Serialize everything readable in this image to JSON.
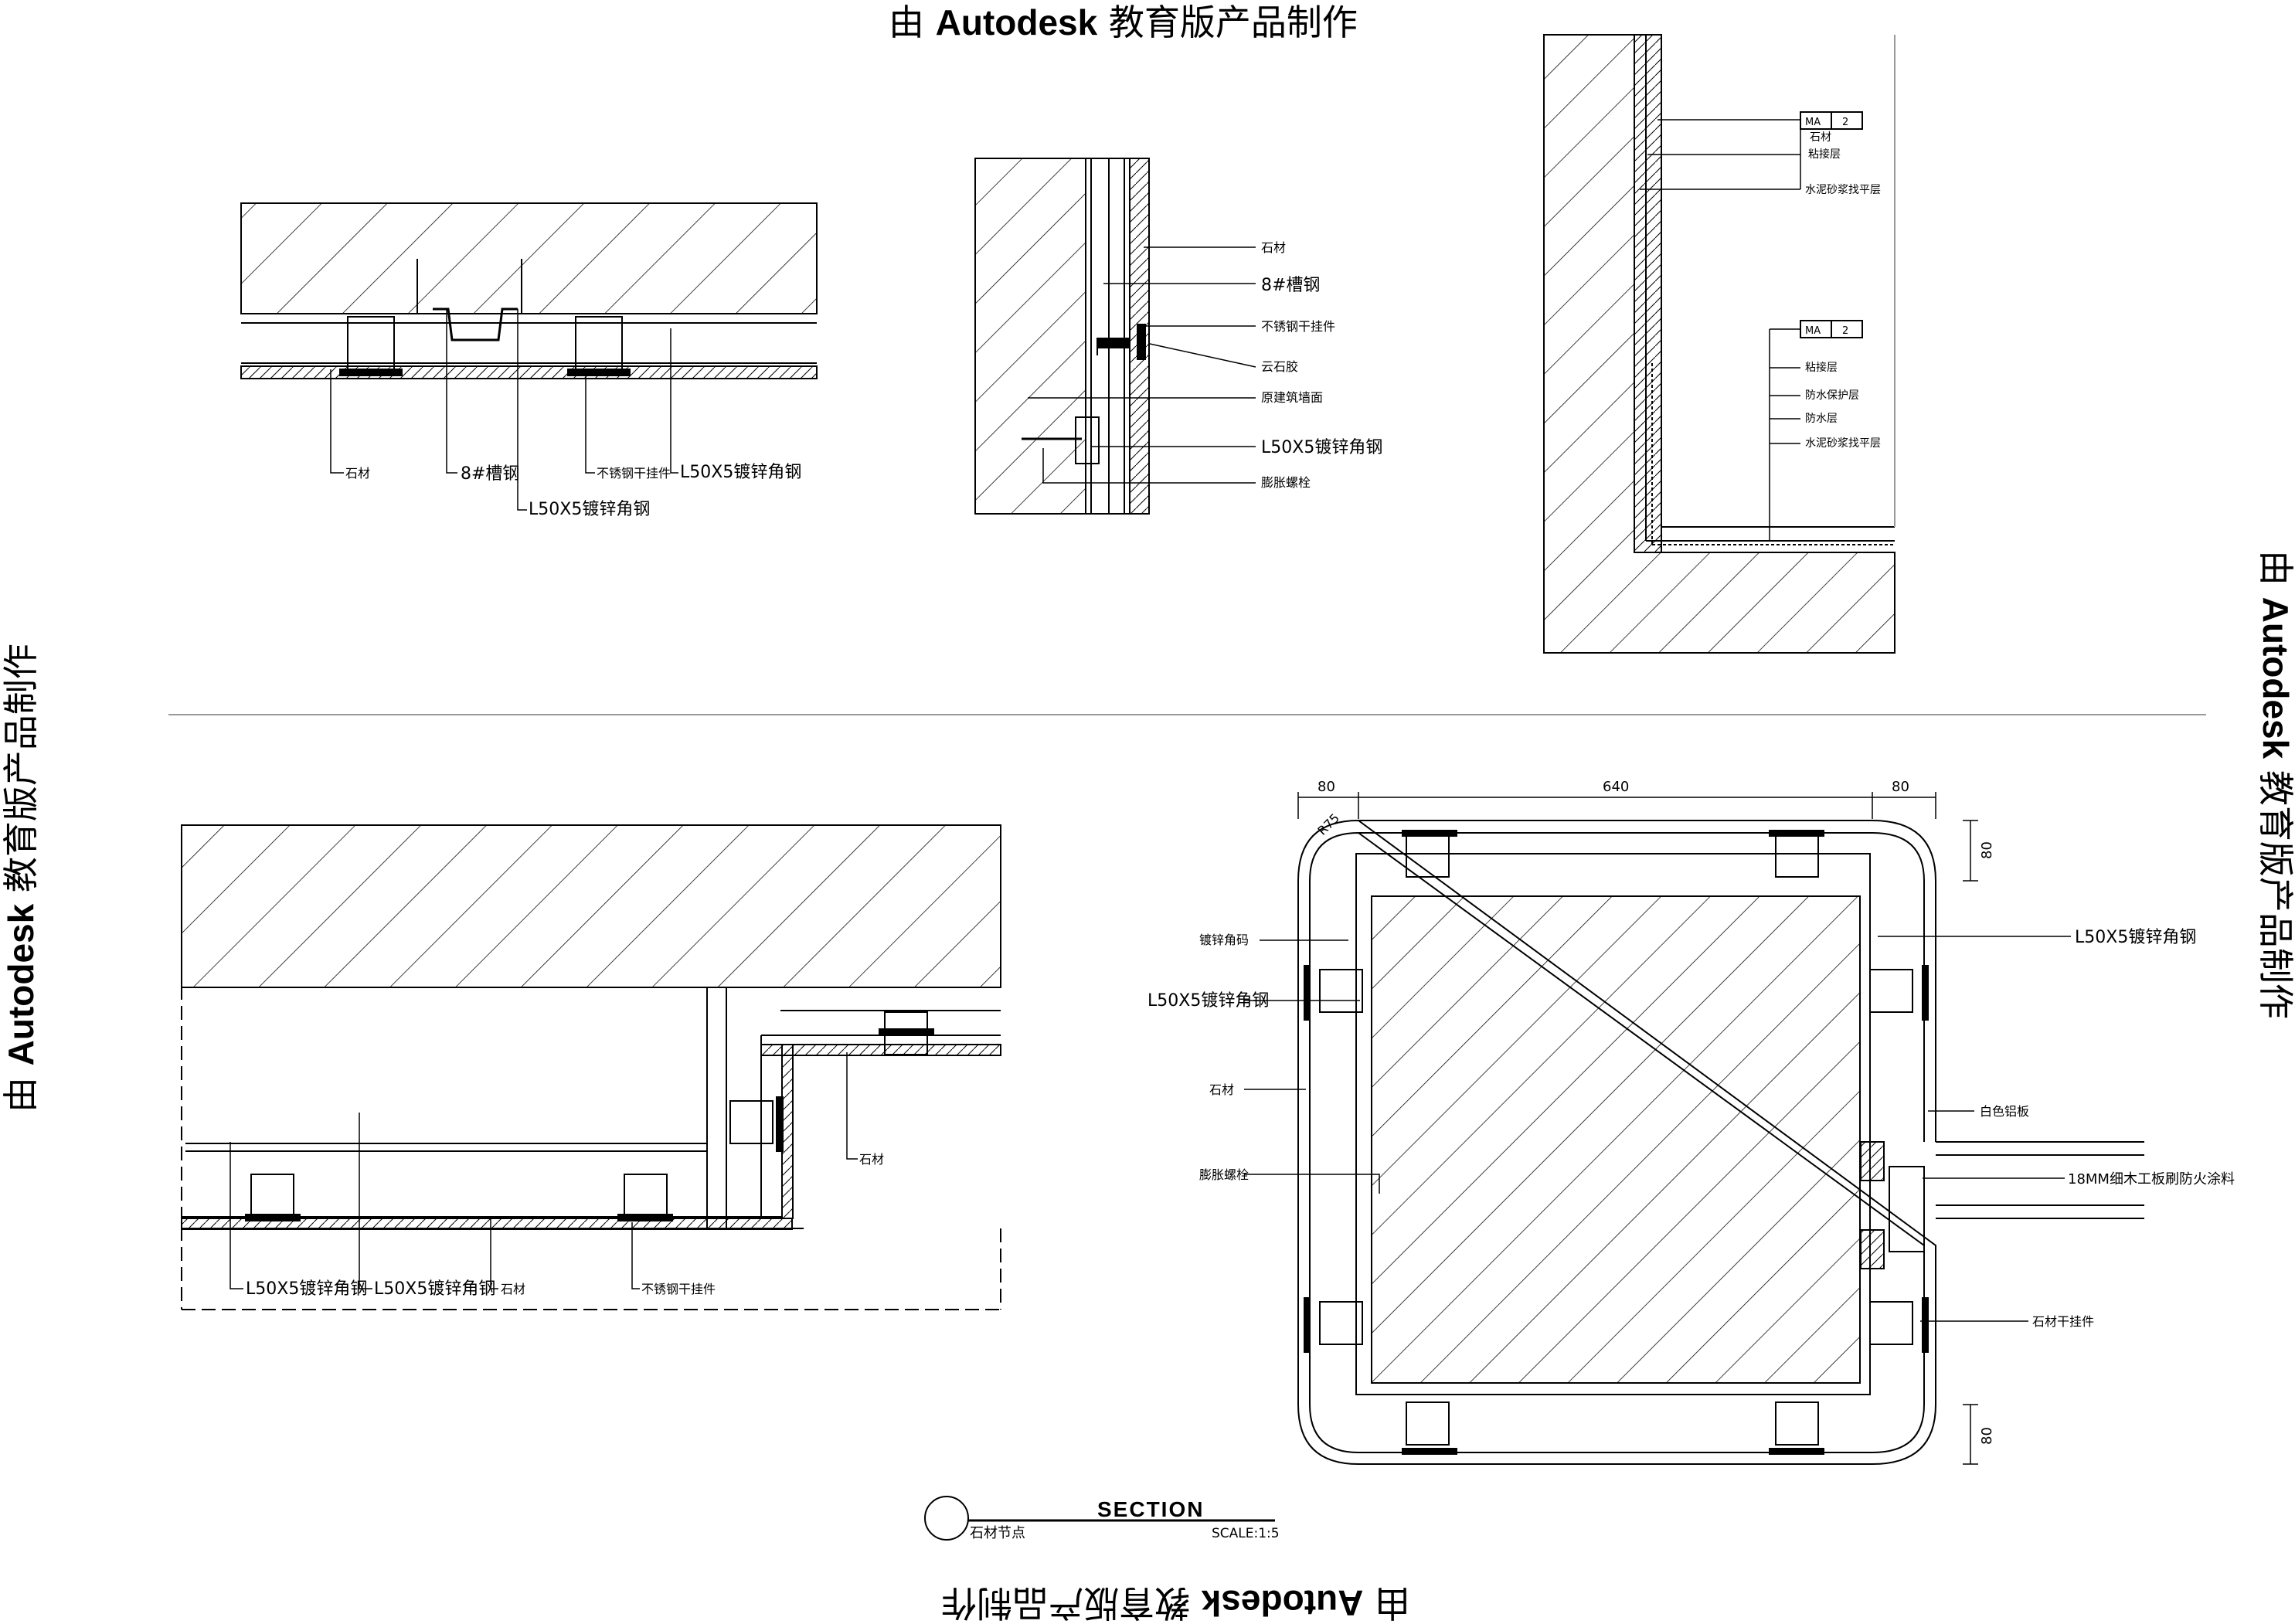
{
  "watermark": {
    "prefix": "由 ",
    "brand": "Autodesk",
    "suffix": " 教育版产品制作"
  },
  "detail1": {
    "labels": [
      "石材",
      "8#槽钢",
      "L50X5镀锌角钢",
      "不锈钢干挂件",
      "L50X5镀锌角钢"
    ]
  },
  "detail2": {
    "labels": [
      "石材",
      "8#槽钢",
      "不锈钢干挂件",
      "云石胶",
      "原建筑墙面",
      "L50X5镀锌角钢",
      "膨胀螺栓"
    ]
  },
  "detail3": {
    "tag_code": "MA",
    "tag_num": "2",
    "upper_labels": [
      "石材",
      "粘接层",
      "水泥砂浆找平层"
    ],
    "lower_labels": [
      "粘接层",
      "防水保护层",
      "防水层",
      "水泥砂浆找平层"
    ]
  },
  "detail4": {
    "labels": [
      "L50X5镀锌角钢",
      "L50X5镀锌角钢",
      "石材",
      "不锈钢干挂件",
      "石材"
    ]
  },
  "detail5": {
    "dims": {
      "left": "80",
      "middle": "640",
      "right": "80",
      "side_top": "80",
      "side_bottom": "80",
      "radius": "R75"
    },
    "labels_left": [
      "镀锌角码",
      "L50X5镀锌角钢",
      "石材",
      "膨胀螺栓"
    ],
    "labels_right": [
      "L50X5镀锌角钢",
      "白色铝板",
      "18MM细木工板刷防火涂料",
      "石材干挂件"
    ]
  },
  "title_block": {
    "title": "SECTION",
    "subtitle": "石材节点",
    "scale": "SCALE:1:5"
  }
}
